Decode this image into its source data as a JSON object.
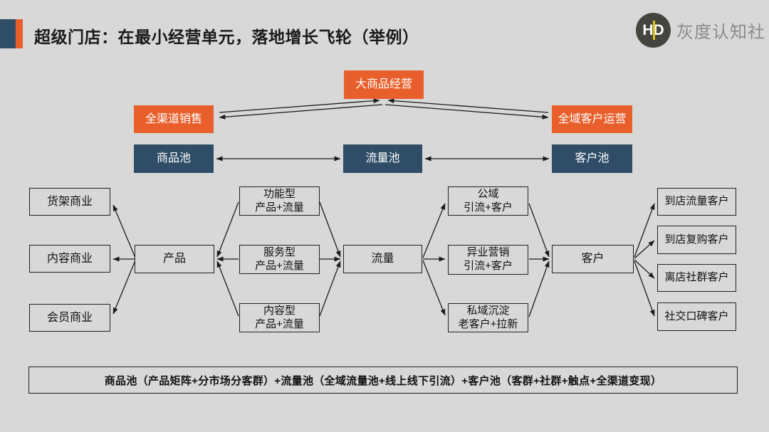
{
  "slide": {
    "title": "超级门店：在最小经营单元，落地增长飞轮（举例）"
  },
  "brand": {
    "monogram": "HD",
    "name": "灰度认知社"
  },
  "colors": {
    "accent_orange": "#e95f2b",
    "accent_navy": "#2f4d66",
    "background_gray": "#d8d8d8",
    "line_black": "#1c1c1c",
    "logo_circle": "#45443f",
    "logo_stripe_yellow": "#e3c419"
  },
  "flywheel": {
    "hub": "大商品经营",
    "left": "全渠道销售",
    "right": "全域客户运营"
  },
  "pools": {
    "product_pool": "商品池",
    "traffic_pool": "流量池",
    "customer_pool": "客户池"
  },
  "flow": {
    "left_column": [
      "货架商业",
      "内容商业",
      "会员商业"
    ],
    "product_node": "产品",
    "product_types": [
      {
        "line1": "功能型",
        "line2": "产品+流量"
      },
      {
        "line1": "服务型",
        "line2": "产品+流量"
      },
      {
        "line1": "内容型",
        "line2": "产品+流量"
      }
    ],
    "traffic_node": "流量",
    "traffic_sources": [
      {
        "line1": "公域",
        "line2": "引流+客户"
      },
      {
        "line1": "异业营销",
        "line2": "引流+客户"
      },
      {
        "line1": "私域沉淀",
        "line2": "老客户+拉新"
      }
    ],
    "customer_node": "客户",
    "right_column": [
      "到店流量客户",
      "到店复购客户",
      "离店社群客户",
      "社交口碑客户"
    ]
  },
  "footer": {
    "formula": "商品池（产品矩阵+分市场分客群）+流量池（全域流量池+线上线下引流）+客户池（客群+社群+触点+全渠道变现）"
  }
}
